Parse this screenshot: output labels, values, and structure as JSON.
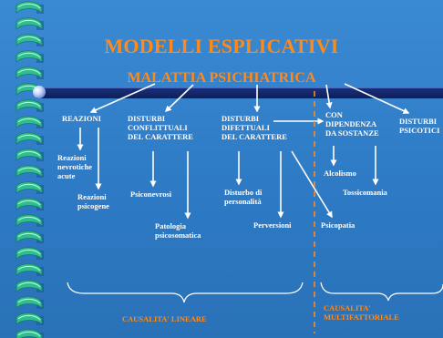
{
  "title": "MODELLI ESPLICATIVI",
  "subtitle": "MALATTIA PSICHIATRICA",
  "categories": {
    "reazioni": "REAZIONI",
    "conflittuali": "DISTURBI\nCONFLITTUALI\nDEL CARATTERE",
    "difettuali": "DISTURBI\nDIFETTUALI\nDEL CARATTERE",
    "dipendenza": "CON\nDIPENDENZA\nDA SOSTANZE",
    "psicotici": "DISTURBI\nPSICOTICI"
  },
  "items": {
    "nevrotiche": "Reazioni\nnevrotiche\nacute",
    "psicogene": "Reazioni\npsicogene",
    "psiconevrosi": "Psiconevrosi",
    "psicosomatica": "Patologia\npsicosomatica",
    "personalita": "Disturbo di\npersonalità",
    "perversioni": "Perversioni",
    "psicopatia": "Psicopatia",
    "alcolismo": "Alcolismo",
    "tossicomania": "Tossicomania"
  },
  "footer": {
    "lineare": "CAUSALITA' LINEARE",
    "multifattoriale": "CAUSALITA'\nMULTIFATTORIALE"
  },
  "colors": {
    "background": "#2f7fc9",
    "accent": "#ff8a1a",
    "text": "#ffffff",
    "bar": "#0e1f5a"
  }
}
